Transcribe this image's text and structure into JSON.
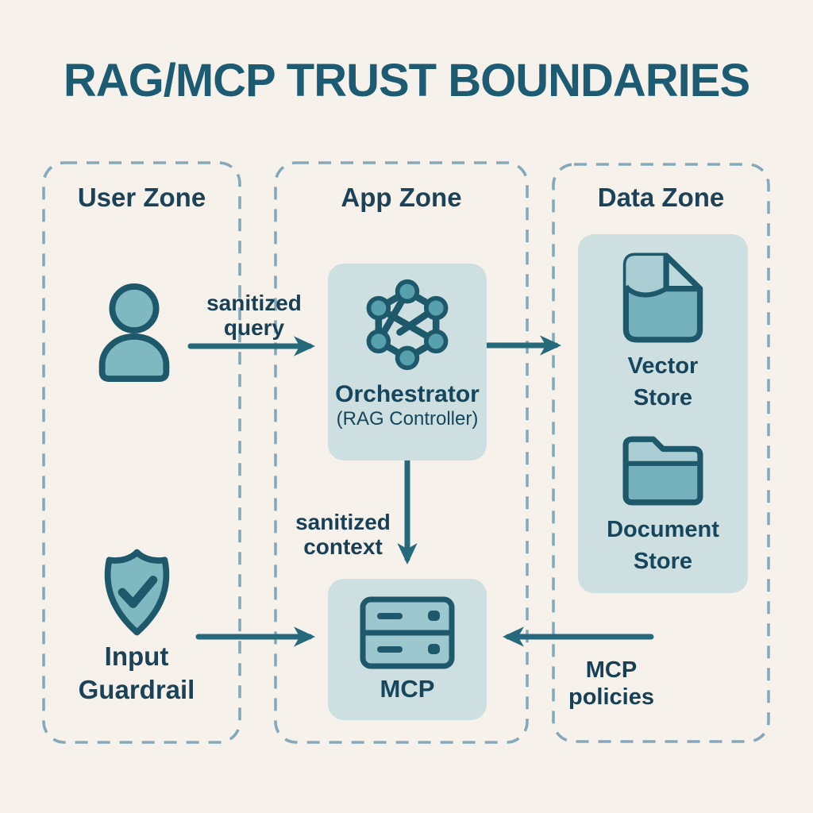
{
  "title": "RAG/MCP TRUST BOUNDARIES",
  "zones": {
    "user": {
      "label": "User Zone"
    },
    "app": {
      "label": "App Zone"
    },
    "data": {
      "label": "Data Zone"
    }
  },
  "nodes": {
    "orchestrator": {
      "title": "Orchestrator",
      "subtitle": "(RAG Controller)"
    },
    "mcp": {
      "label": "MCP"
    },
    "vector_store": {
      "label": "Vector\nStore"
    },
    "document_store": {
      "label": "Document\nStore"
    },
    "input_guardrail": {
      "label": "Input\nGuardrail"
    }
  },
  "edges": {
    "sanitized_query": {
      "label": "sanitized\nquery"
    },
    "sanitized_context": {
      "label": "sanitized\ncontext"
    },
    "mcp_policies": {
      "label": "MCP\npolicies"
    }
  },
  "icons": {
    "user": "person-icon",
    "orchestrator": "network-mesh-icon",
    "mcp": "server-icon",
    "vector_store": "document-page-icon",
    "document_store": "folder-icon",
    "input_guardrail": "shield-check-icon"
  },
  "colors": {
    "background": "#F6F2EB",
    "zone_border": "#85A9BA",
    "panel_fill": "#CEDFE1",
    "icon_stroke": "#1E586B",
    "icon_fill": "#7FB8C0",
    "icon_fill_light": "#A9CDD3",
    "node_dot_fill": "#57A0AE",
    "arrow": "#26697B",
    "title_text": "#1D5B73",
    "label_text": "#16455C"
  }
}
